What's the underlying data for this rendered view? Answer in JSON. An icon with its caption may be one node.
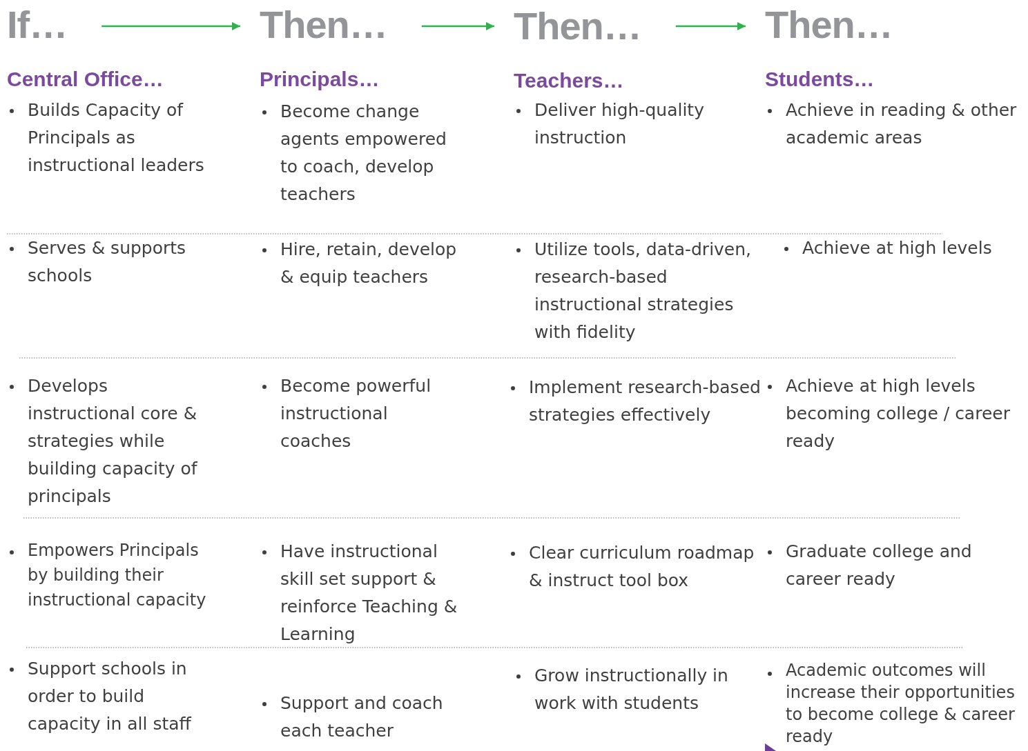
{
  "diagram": {
    "nodes": [
      {
        "text": [
          "If…"
        ]
      },
      {
        "text": [
          "Then…"
        ]
      },
      {
        "text": [
          "Then…"
        ]
      },
      {
        "text": [
          "Then…"
        ]
      }
    ],
    "edges": [
      {
        "from": 0,
        "to": 1,
        "arrow": "to",
        "color": "#2db34a"
      },
      {
        "from": 1,
        "to": 2,
        "arrow": "to",
        "color": "#2db34a"
      },
      {
        "from": 2,
        "to": 3,
        "arrow": "to",
        "color": "#2db34a"
      }
    ],
    "labels": [
      "Central Office…",
      "Principals…",
      "Teachers…",
      "Students…",
      "Builds Capacity of Principals as instructional leaders",
      "Become change agents empowered to coach, develop teachers",
      "Deliver high-quality instruction",
      "Achieve in reading & other academic areas",
      "Serves & supports schools",
      "Hire, retain, develop & equip teachers",
      "Utilize tools, data-driven, research-based instructional strategies with fidelity",
      "Achieve at high levels",
      "Develops instructional core & strategies while building capacity of principals",
      "Become powerful instructional coaches",
      "Implement research-based strategies effectively",
      "Achieve at high levels becoming college / career ready",
      "Empowers Principals by building their instructional capacity",
      "Have instructional skill set support & reinforce Teaching & Learning",
      "Clear curriculum roadmap & instruct tool box",
      "Graduate college and career ready",
      "Support schools in order to build capacity in all staff",
      "Support and coach each teacher",
      "Grow instructionally in work with students",
      "Academic outcomes will increase their opportunities to become college & career ready"
    ]
  }
}
